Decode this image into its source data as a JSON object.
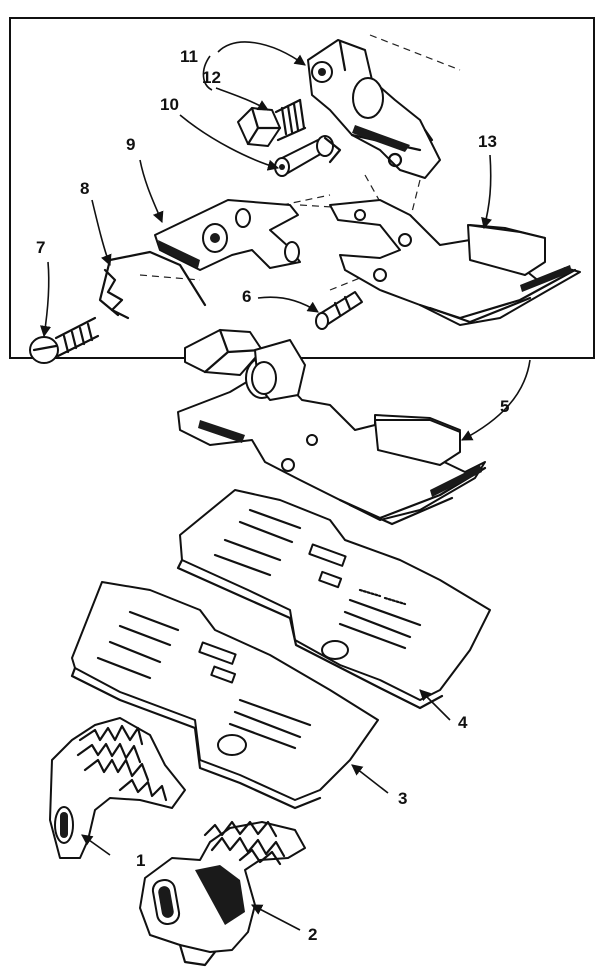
{
  "callouts": [
    {
      "id": "1",
      "text": "1"
    },
    {
      "id": "2",
      "text": "2"
    },
    {
      "id": "3",
      "text": "3"
    },
    {
      "id": "4",
      "text": "4"
    },
    {
      "id": "5",
      "text": "5"
    },
    {
      "id": "6",
      "text": "6"
    },
    {
      "id": "7",
      "text": "7"
    },
    {
      "id": "8",
      "text": "8"
    },
    {
      "id": "9",
      "text": "9"
    },
    {
      "id": "10",
      "text": "10"
    },
    {
      "id": "11",
      "text": "11"
    },
    {
      "id": "12",
      "text": "12"
    },
    {
      "id": "13",
      "text": "13"
    }
  ],
  "colors": {
    "ink": "#111111",
    "background": "#ffffff"
  }
}
